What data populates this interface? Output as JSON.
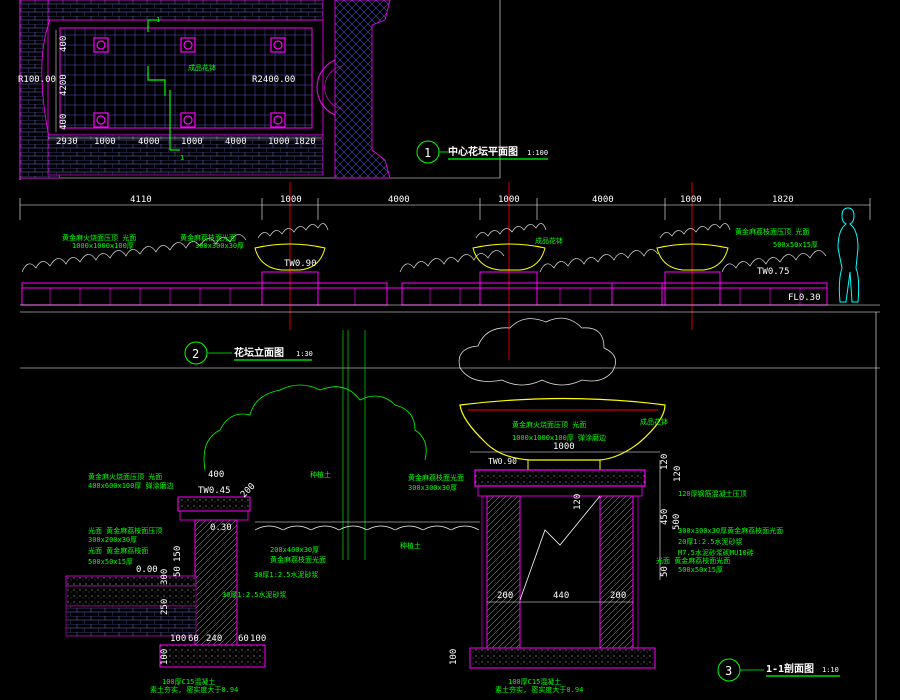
{
  "colors": {
    "background": "#000000",
    "dimension": "#ffffff",
    "outline": "#ff00ff",
    "annotation": "#00ff00",
    "accent": "#ff0000",
    "hatch": "#8888ff",
    "planter": "#ffff00",
    "figure": "#00ffff"
  },
  "views": {
    "plan": {
      "number": "1",
      "title": "中心花坛平面图",
      "scale": "1:100",
      "dims_bottom": [
        "2930",
        "1000",
        "4000",
        "1000",
        "4000",
        "1000",
        "1820"
      ],
      "dims_left": [
        "400",
        "4200",
        "400"
      ],
      "radius_left": "R100.00",
      "radius_right": "R2400.00",
      "center_note": "成品花钵",
      "section_marks": [
        "1",
        "1"
      ]
    },
    "elevation": {
      "number": "2",
      "title": "花坛立面图",
      "scale": "1:30",
      "dims_top": [
        "4110",
        "1000",
        "4000",
        "1000",
        "4000",
        "1000",
        "1820"
      ],
      "labels": [
        {
          "text": "黄金麻火烧面压顶 光面"
        },
        {
          "text": "1000x1000x100厚"
        },
        {
          "text": "黄金麻荔枝面光面"
        },
        {
          "text": "300x300x30厚"
        },
        {
          "text": "成品花钵"
        },
        {
          "text": "黄金麻荔枝面压顶 光面"
        },
        {
          "text": "500x50x15厚"
        }
      ],
      "levels": [
        "TW0.90",
        "TW0.75",
        "FL0.30"
      ]
    },
    "section_left": {
      "labels": [
        {
          "text": "黄金麻火烧面压顶 光面"
        },
        {
          "text": "400x600x100厚 弹涂磨边"
        },
        {
          "text": "光面 黄金麻荔枝面压顶"
        },
        {
          "text": "300x200x30厚"
        },
        {
          "text": "光面 黄金麻荔枝面"
        },
        {
          "text": "500x50x15厚"
        },
        {
          "text": "种植土"
        },
        {
          "text": "200x400x30厚"
        },
        {
          "text": "黄金麻荔枝面光面"
        },
        {
          "text": "30厚1:2.5水泥砂浆"
        },
        {
          "text": "30厚1:2.5水泥砂浆"
        }
      ],
      "dims": [
        "400",
        "240",
        "100",
        "60",
        "60",
        "100",
        "250",
        "300",
        "150",
        "50",
        "200",
        "100"
      ],
      "levels": [
        "TW0.45",
        "0.00",
        "0.30"
      ],
      "bottom_notes": [
        "100厚C15混凝土",
        "素土夯实, 密实度大于0.94"
      ]
    },
    "section_main": {
      "number": "3",
      "title": "1-1剖面图",
      "scale": "1:10",
      "labels": [
        {
          "text": "黄金麻火烧面压顶 光面"
        },
        {
          "text": "1000x1000x100厚 弹涂磨边"
        },
        {
          "text": "成品花钵"
        },
        {
          "text": "黄金麻荔枝面光面"
        },
        {
          "text": "300x300x30厚"
        },
        {
          "text": "120厚钢筋混凝土压顶"
        },
        {
          "text": "300x300x30厚黄金麻荔枝面光面"
        },
        {
          "text": "20厚1:2.5水泥砂浆"
        },
        {
          "text": "M7.5水泥砂浆砌MU10砖"
        },
        {
          "text": "光面 黄金麻荔枝面光面"
        },
        {
          "text": "500x50x15厚"
        },
        {
          "text": "种植土"
        }
      ],
      "dims": [
        "1000",
        "120",
        "120",
        "450",
        "500",
        "50",
        "200",
        "440",
        "200",
        "120",
        "100"
      ],
      "levels": [
        "TW0.90"
      ],
      "bottom_notes": [
        "100厚C15混凝土",
        "素土夯实, 密实度大于0.94"
      ]
    }
  }
}
